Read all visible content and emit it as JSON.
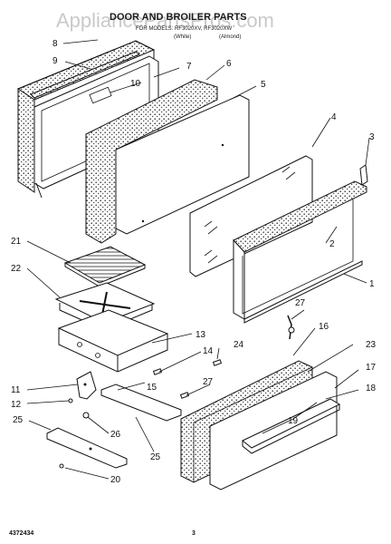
{
  "watermark": "AppliancePartsPros.com",
  "header": {
    "title": "DOOR AND BROILER PARTS",
    "models": "FOR MODELS: RF3020XV, RF3020XW",
    "variant_white": "(White)",
    "variant_almond": "(Almond)"
  },
  "callouts": [
    "8",
    "9",
    "10",
    "7",
    "6",
    "5",
    "4",
    "3",
    "2",
    "1",
    "21",
    "22",
    "13",
    "14",
    "24",
    "27",
    "16",
    "23",
    "17",
    "18",
    "11",
    "12",
    "15",
    "27",
    "19",
    "25",
    "26",
    "25",
    "20"
  ],
  "footer": {
    "doc_number": "4372434",
    "page_number": "3"
  }
}
